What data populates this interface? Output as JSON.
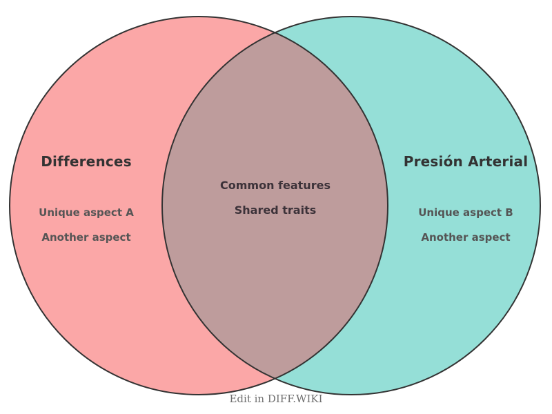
{
  "diagram": {
    "type": "venn",
    "background": "#ffffff",
    "stroke_color": "#333333",
    "left": {
      "title": "Differences",
      "fill": "#fba7a7",
      "items": [
        "Unique aspect A",
        "Another aspect"
      ]
    },
    "right": {
      "title": "Presión Arterial",
      "fill": "#95dfd7",
      "items": [
        "Unique aspect B",
        "Another aspect"
      ]
    },
    "overlap": {
      "fill": "#be9c9c",
      "lines": [
        "Common features",
        "Shared traits"
      ]
    }
  },
  "footer": {
    "label": "Edit in DIFF.WIKI"
  }
}
